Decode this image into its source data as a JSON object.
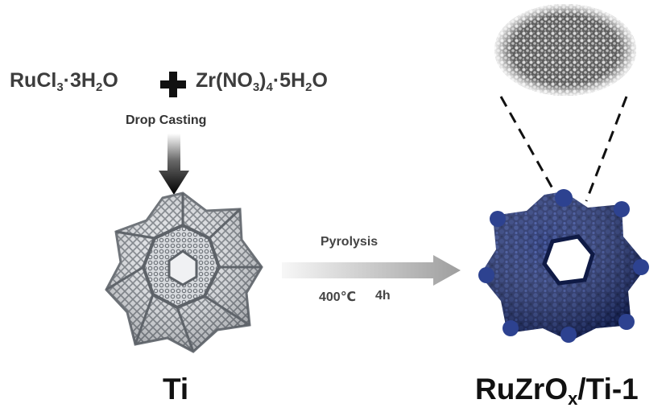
{
  "reagents": {
    "a": {
      "p1": "RuCl",
      "s1": "3",
      "p2": "·3H",
      "s2": "2",
      "p3": "O"
    },
    "b": {
      "p1": "Zr(NO",
      "s1": "3",
      "p2": ")",
      "s2": "4",
      "p3": "·5H",
      "s3": "2",
      "p4": "O"
    }
  },
  "steps": {
    "drop_casting": "Drop Casting",
    "pyrolysis": "Pyrolysis",
    "temperature": "400℃",
    "duration": "4h"
  },
  "labels": {
    "substrate": "Ti",
    "product": {
      "p1": "RuZrO",
      "sub": "x",
      "p2": "/Ti-1"
    }
  },
  "colors": {
    "ti_frame": "#8a8e94",
    "product": "#1f2f6e",
    "arrow_dark": "#111111",
    "arrow_gray": "#a9a9a9"
  },
  "icons": {
    "plus": "plus-icon",
    "down_arrow": "arrow-down-icon",
    "right_arrow": "arrow-right-icon"
  }
}
